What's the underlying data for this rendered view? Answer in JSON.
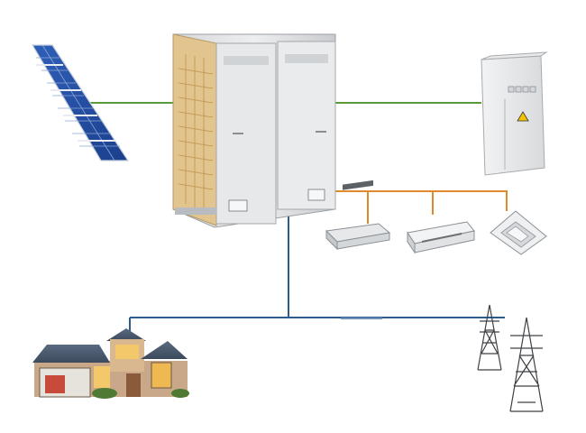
{
  "diagram": {
    "components": [
      {
        "id": "solar-panel",
        "icon": "solar-panel-icon"
      },
      {
        "id": "vrf-outdoor-unit",
        "icon": "outdoor-unit-icon"
      },
      {
        "id": "electrical-cabinet",
        "icon": "electrical-cabinet-icon"
      },
      {
        "id": "ducted-indoor-unit",
        "icon": "duct-unit-icon"
      },
      {
        "id": "wall-indoor-unit",
        "icon": "wall-unit-icon"
      },
      {
        "id": "cassette-indoor-unit",
        "icon": "cassette-unit-icon"
      },
      {
        "id": "house",
        "icon": "house-icon"
      },
      {
        "id": "power-grid",
        "icon": "transmission-tower-icon"
      }
    ],
    "connections": [
      {
        "from": "solar-panel",
        "to": "vrf-outdoor-unit",
        "color": "#5a9a3a"
      },
      {
        "from": "vrf-outdoor-unit",
        "to": "electrical-cabinet",
        "color": "#5a9a3a"
      },
      {
        "from": "vrf-outdoor-unit",
        "to": "ducted-indoor-unit",
        "color": "#e08a2e"
      },
      {
        "from": "vrf-outdoor-unit",
        "to": "wall-indoor-unit",
        "color": "#e08a2e"
      },
      {
        "from": "vrf-outdoor-unit",
        "to": "cassette-indoor-unit",
        "color": "#e08a2e"
      },
      {
        "from": "vrf-outdoor-unit",
        "to": "house",
        "color": "#2b5c8c"
      },
      {
        "from": "vrf-outdoor-unit",
        "to": "power-grid",
        "color": "#2b5c8c"
      }
    ],
    "colors": {
      "dc_line": "#5a9a3a",
      "refrigerant_line": "#e08a2e",
      "grid_line": "#2b5c8c"
    }
  }
}
